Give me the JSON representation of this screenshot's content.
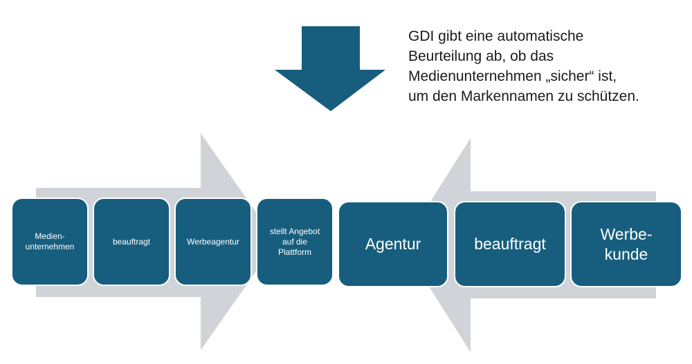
{
  "annotation": {
    "lines": [
      "GDI gibt eine automatische",
      "Beurteilung ab, ob das",
      "Medienunternehmen „sicher“ ist,",
      "um den Markennamen zu schützen."
    ]
  },
  "left_flow": {
    "steps": [
      "Medien-\nunternehmen",
      "beauftragt",
      "Werbeagentur",
      "stellt Angebot\nauf die\nPlattform"
    ]
  },
  "right_flow": {
    "steps": [
      "Agentur",
      "beauftragt",
      "Werbe-\nkunde"
    ]
  },
  "colors": {
    "box_fill": "#175e7e",
    "box_text": "#ffffff",
    "background_arrow": "#d0d3d7",
    "down_arrow": "#175e7e"
  },
  "icons": {
    "down_arrow": "down-arrow",
    "right_arrow": "right-arrow-background",
    "left_arrow": "left-arrow-background"
  }
}
